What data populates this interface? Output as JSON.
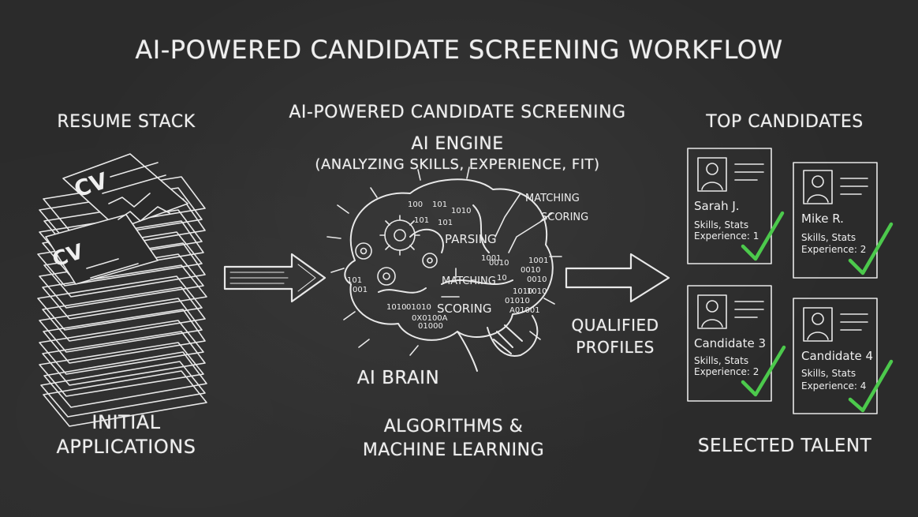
{
  "title": "AI-POWERED CANDIDATE SCREENING WORKFLOW",
  "left_panel": {
    "heading": "RESUME STACK",
    "cv_labels": [
      "CV",
      "CV"
    ],
    "caption": "INITIAL\nAPPLICATIONS"
  },
  "center_panel": {
    "heading": "AI-POWERED CANDIDATE SCREENING",
    "engine_title": "AI ENGINE",
    "engine_subtitle": "(ANALYZING SKILLS, EXPERIENCE, FIT)",
    "brain_labels": {
      "parsing": "PARSING",
      "matching": "MATCHING",
      "scoring": "SCORING",
      "matching_callout": "MATCHING",
      "scoring_callout": "SCORING"
    },
    "binary_bits": [
      "100",
      "101",
      "1010",
      "101",
      "101",
      "1001",
      "1001",
      "0010",
      "101",
      "001",
      "0010",
      "0010",
      "10",
      "1010",
      "1010",
      "01010",
      "1010",
      "01010",
      "A01001",
      "0X0100A",
      "01000"
    ],
    "brain_label": "AI BRAIN",
    "caption": "ALGORITHMS &\nMACHINE LEARNING"
  },
  "flow_label": "QUALIFIED\nPROFILES",
  "right_panel": {
    "heading": "TOP CANDIDATES",
    "candidates": [
      {
        "name": "Sarah J.",
        "line1": "Skills, Stats",
        "line2": "Experience: 1"
      },
      {
        "name": "Mike R.",
        "line1": "Skills, Stats",
        "line2": "Experience: 2"
      },
      {
        "name": "Candidate 3",
        "line1": "Skills, Stats",
        "line2": "Experience: 2"
      },
      {
        "name": "Candidate 4",
        "line1": "Skills, Stats",
        "line2": "Experience: 4"
      }
    ],
    "caption": "SELECTED TALENT"
  },
  "colors": {
    "background": "#2b2b2b",
    "chalk": "#efefef",
    "checkmark": "#4cc94c"
  }
}
